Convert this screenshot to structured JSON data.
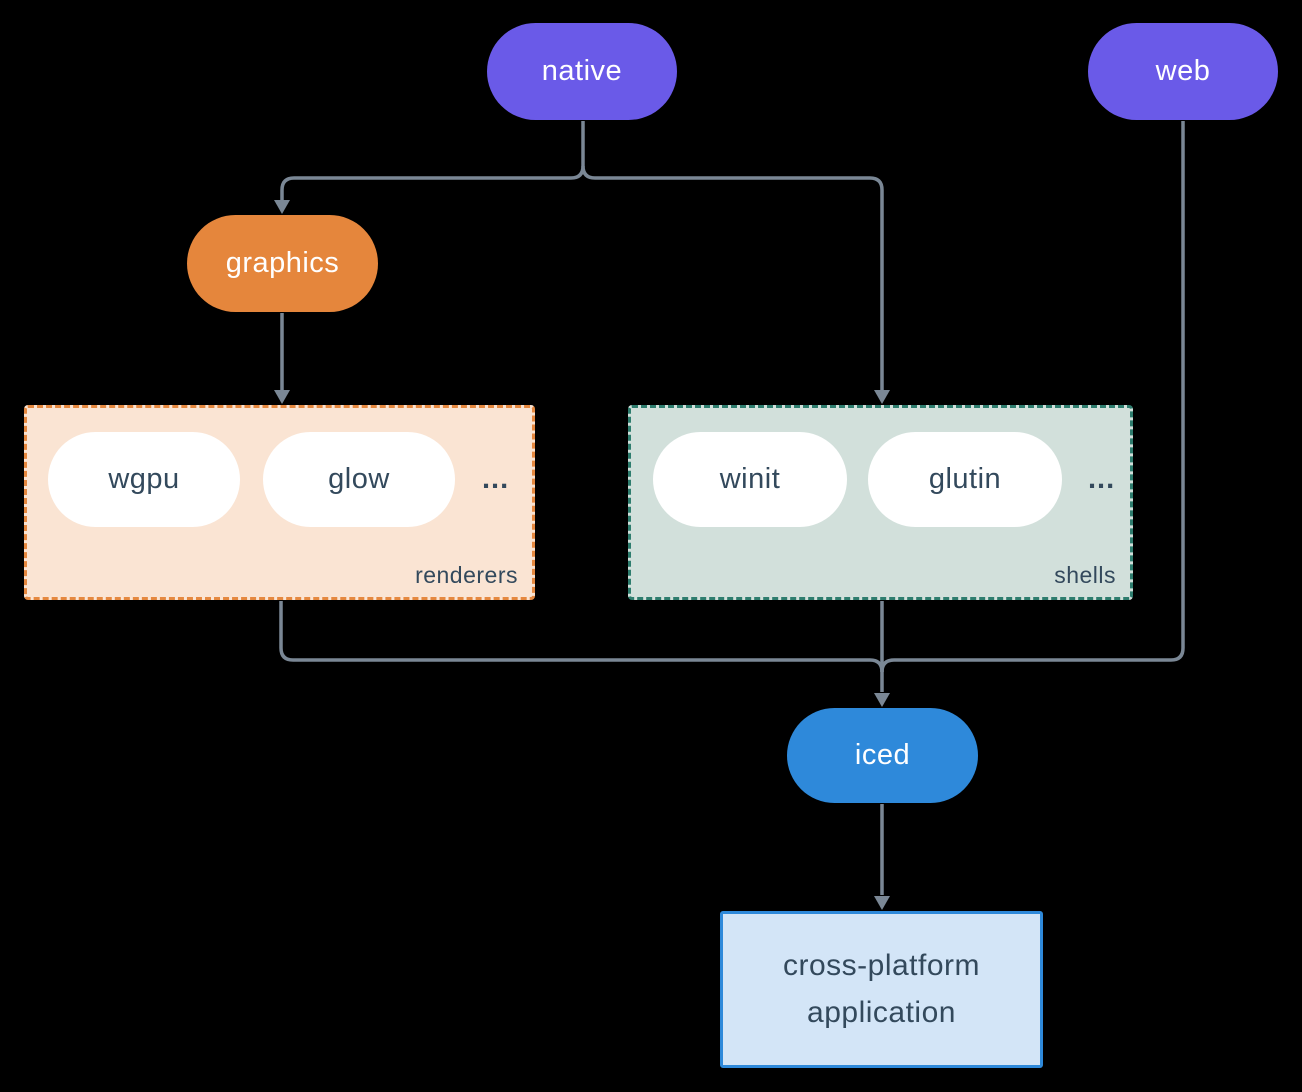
{
  "colors": {
    "background": "#000000",
    "connector": "#7A8795",
    "node-purple": "#6A5AE8",
    "node-orange": "#E5863C",
    "node-blue": "#2E89DA",
    "pill-white": "#FFFFFF",
    "renderers-fill": "#FAE4D3",
    "renderers-border": "#E5883F",
    "shells-fill": "#D2E0DB",
    "shells-border": "#2E7D6E",
    "app-fill": "#D3E5F7",
    "app-border": "#2E89DA",
    "text-dark": "#33495C",
    "text-light": "#FFFFFF"
  },
  "nodes": {
    "native": {
      "label": "native"
    },
    "web": {
      "label": "web"
    },
    "graphics": {
      "label": "graphics"
    },
    "iced": {
      "label": "iced"
    },
    "application": {
      "line1": "cross-platform",
      "line2": "application"
    }
  },
  "groups": {
    "renderers": {
      "label": "renderers",
      "items": [
        "wgpu",
        "glow"
      ],
      "ellipsis": "..."
    },
    "shells": {
      "label": "shells",
      "items": [
        "winit",
        "glutin"
      ],
      "ellipsis": "..."
    }
  }
}
